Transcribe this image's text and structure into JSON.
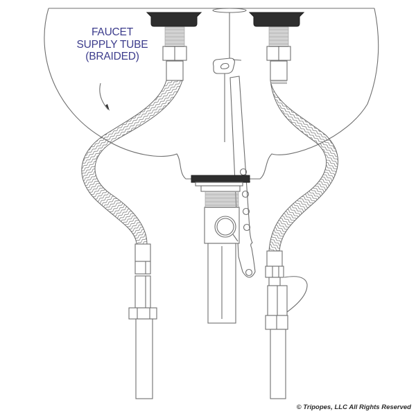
{
  "diagram": {
    "title": "Bathroom sink plumbing diagram",
    "callout": {
      "lines": [
        "FAUCET",
        "SUPPLY TUBE",
        "(BRAIDED)"
      ],
      "color": "#3c3c8c"
    },
    "copyright": "© Tripopes, LLC All Rights Reserved",
    "components": [
      "sink-basin",
      "left-faucet-tailpiece",
      "right-faucet-tailpiece",
      "left-braided-supply-tube",
      "right-braided-supply-tube",
      "pop-up-drain-rod",
      "drain-tailpiece",
      "left-shutoff-valve",
      "right-shutoff-valve"
    ]
  }
}
